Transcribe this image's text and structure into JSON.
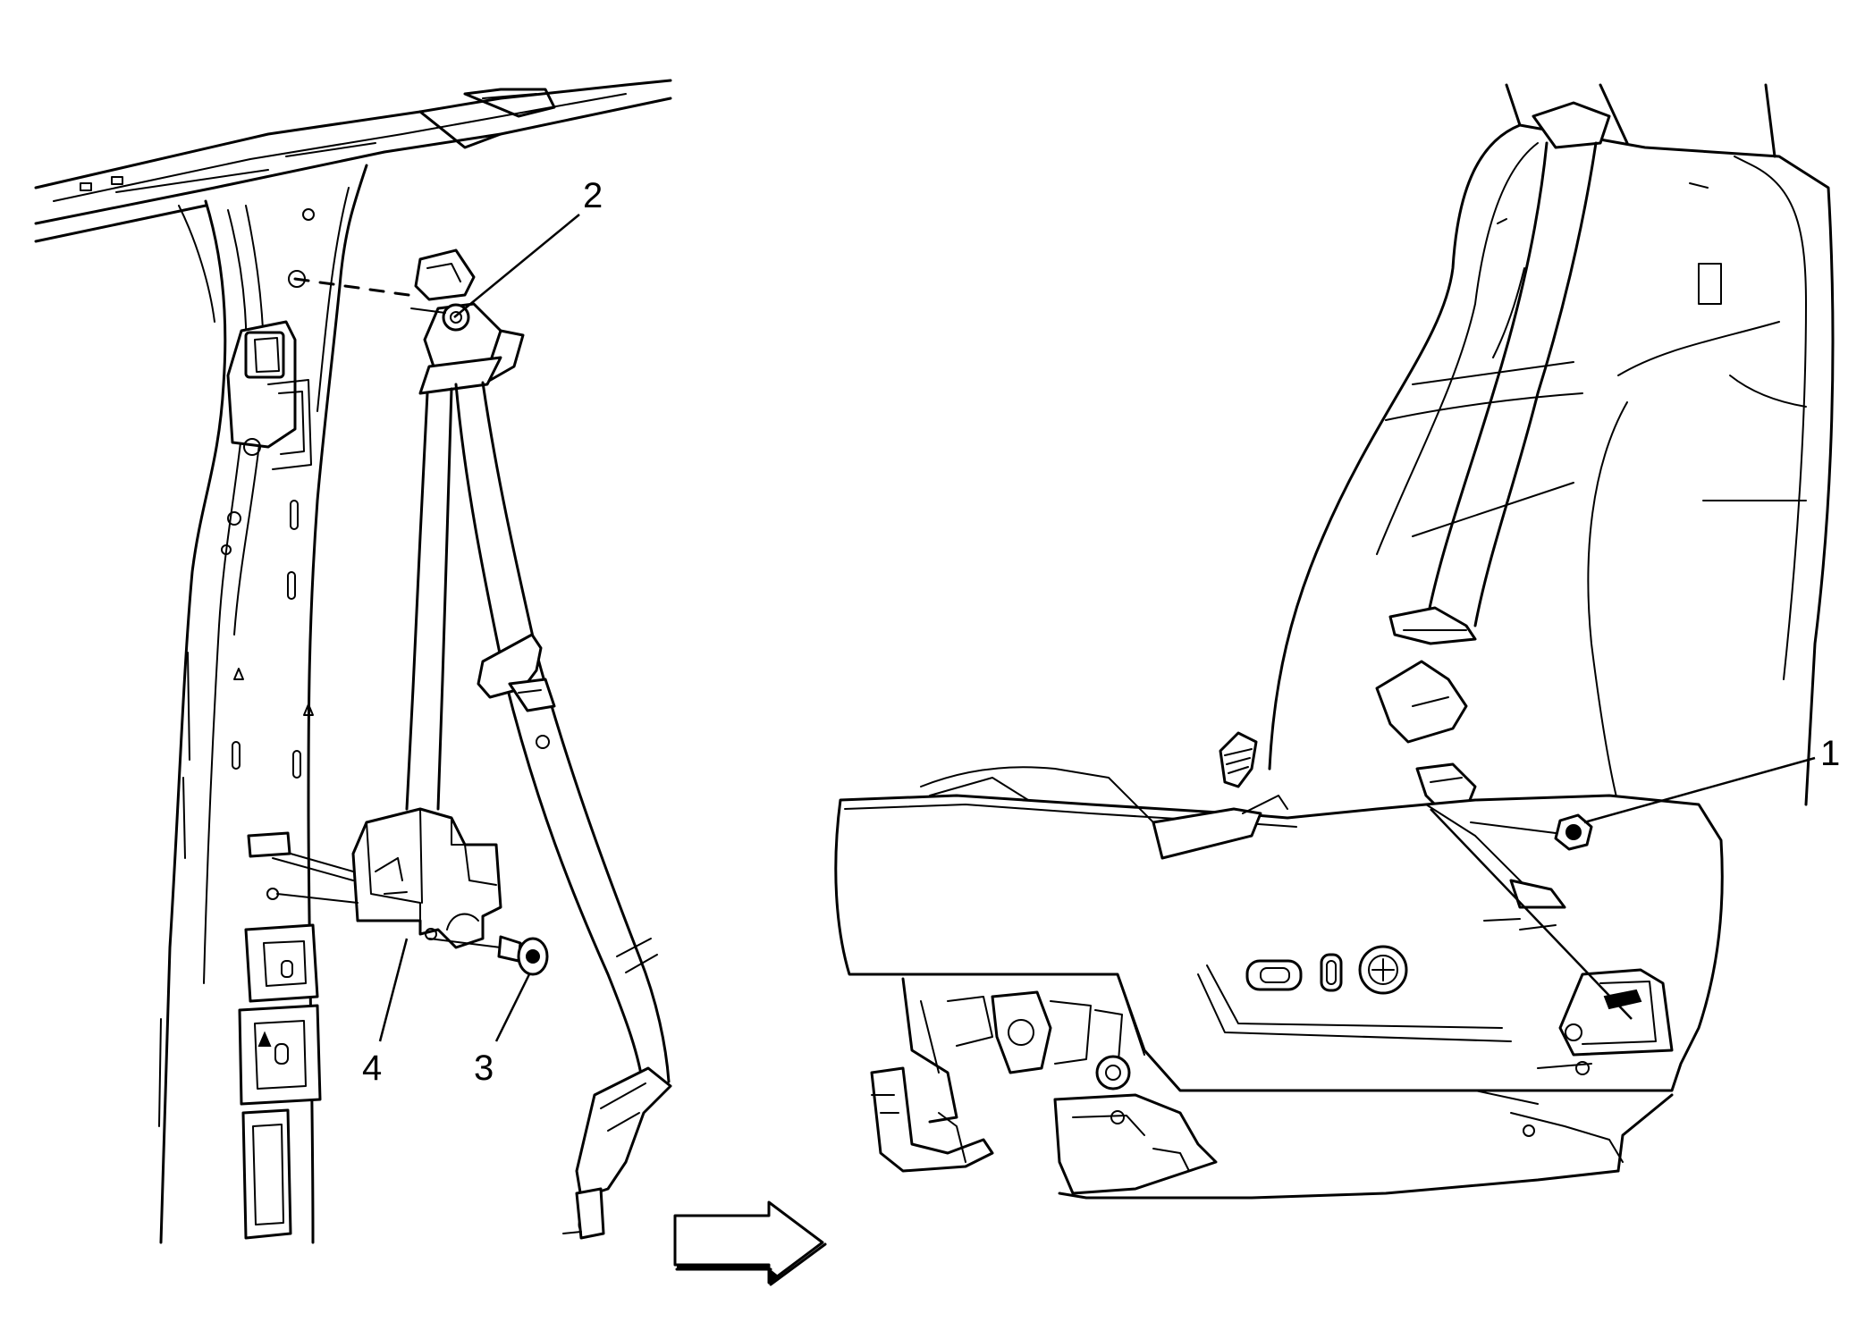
{
  "callouts": [
    {
      "id": "1",
      "label": "1"
    },
    {
      "id": "2",
      "label": "2"
    },
    {
      "id": "3",
      "label": "3"
    },
    {
      "id": "4",
      "label": "4"
    }
  ],
  "colors": {
    "line": "#000000",
    "background": "#ffffff"
  },
  "icons": {
    "direction_arrow": "right-arrow-icon"
  }
}
